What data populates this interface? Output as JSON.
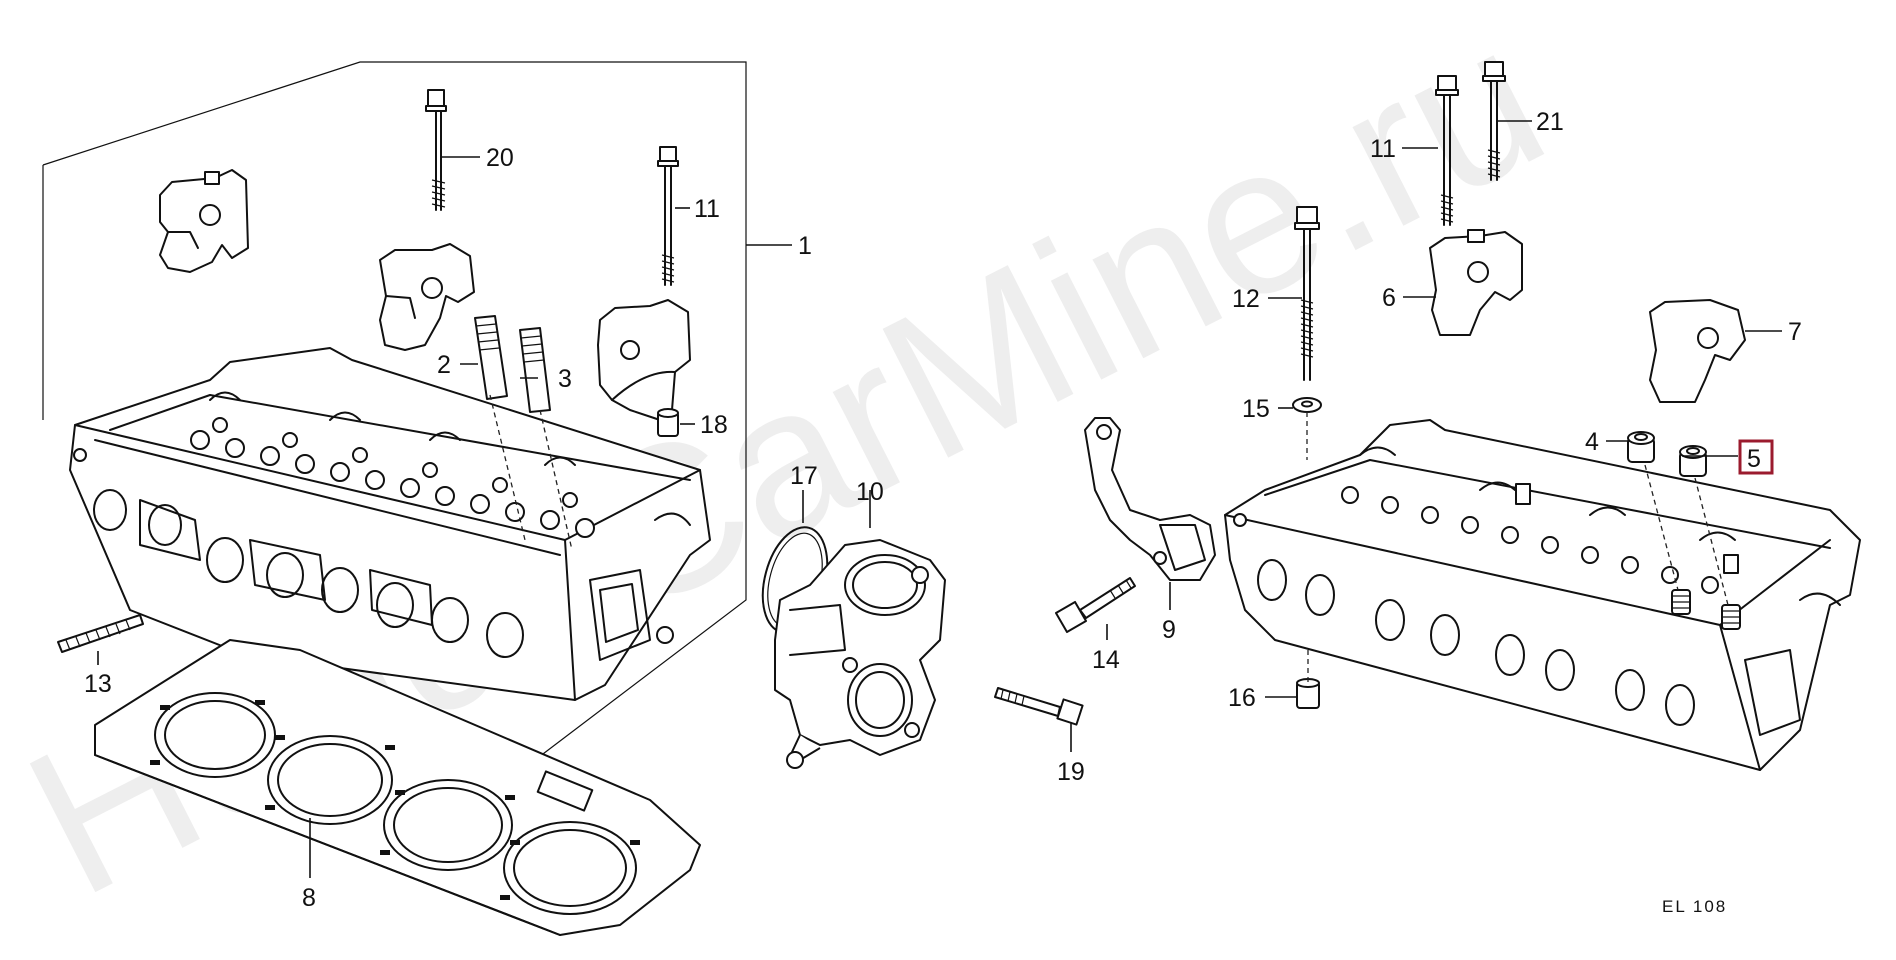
{
  "watermark": "HondaCarMine.ru",
  "diagram_code": "EL 108",
  "highlighted_part": "5",
  "callouts": {
    "c1": "1",
    "c2": "2",
    "c3": "3",
    "c4": "4",
    "c5": "5",
    "c6": "6",
    "c7": "7",
    "c8": "8",
    "c9": "9",
    "c10": "10",
    "c11a": "11",
    "c11b": "11",
    "c12": "12",
    "c13": "13",
    "c14": "14",
    "c15": "15",
    "c16": "16",
    "c17": "17",
    "c18": "18",
    "c19": "19",
    "c20": "20",
    "c21": "21"
  }
}
